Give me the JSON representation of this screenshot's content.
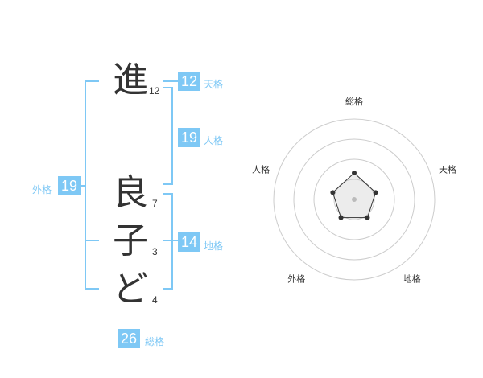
{
  "name": {
    "chars": [
      {
        "char": "進",
        "strokes": "12"
      },
      {
        "char": "良",
        "strokes": "7"
      },
      {
        "char": "子",
        "strokes": "3"
      },
      {
        "char": "ど",
        "strokes": "4"
      }
    ]
  },
  "fortunes": {
    "tenkaku": {
      "value": "12",
      "label": "天格"
    },
    "jinkaku": {
      "value": "19",
      "label": "人格"
    },
    "chikaku": {
      "value": "14",
      "label": "地格"
    },
    "gaikaku": {
      "value": "19",
      "label": "外格"
    },
    "soukaku": {
      "value": "26",
      "label": "総格"
    }
  },
  "colors": {
    "accent": "#7ec8f5",
    "text": "#333333",
    "ring": "#cccccc"
  },
  "chart_data": {
    "type": "radar",
    "axes": [
      "総格",
      "天格",
      "地格",
      "外格",
      "人格"
    ],
    "values": [
      0.33,
      0.28,
      0.28,
      0.28,
      0.28
    ],
    "rings": 4,
    "rmax": 1
  }
}
